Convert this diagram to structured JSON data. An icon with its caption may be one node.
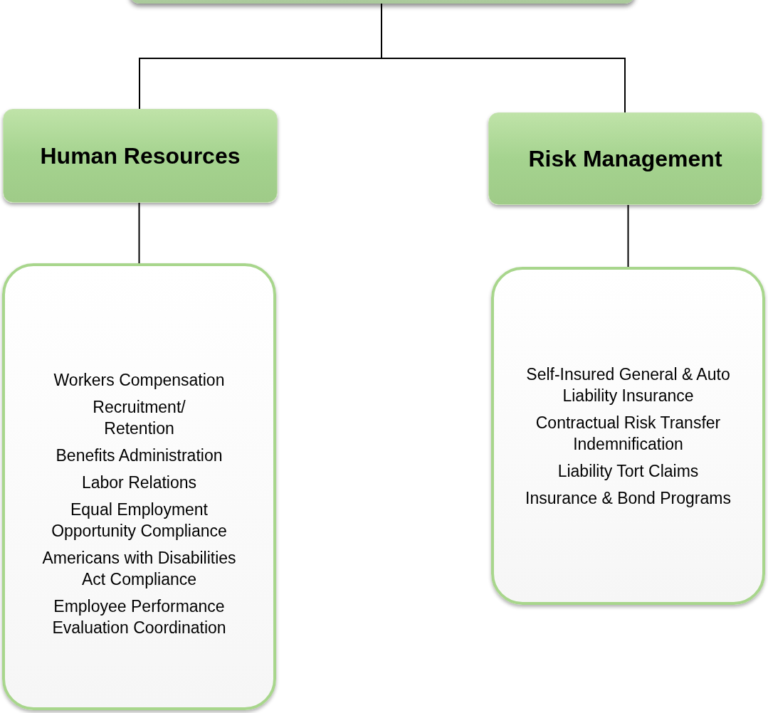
{
  "diagram": {
    "nodes": [
      {
        "text": [],
        "shape": "box"
      },
      {
        "text": [
          "Human Resources"
        ]
      },
      {
        "text": [
          "Risk Management"
        ]
      },
      {
        "text": [
          "Workers Compensation",
          "Recruitment/ Retention",
          "Benefits Administration",
          "Labor Relations",
          "Equal Employment Opportunity Compliance",
          "Americans with Disabilities Act Compliance",
          "Employee Performance Evaluation Coordination"
        ]
      },
      {
        "text": [
          "Self-Insured General & Auto Liability Insurance",
          "Contractual Risk Transfer Indemnification",
          "Liability Tort Claims",
          "Insurance & Bond Programs"
        ]
      }
    ],
    "edges": [
      {
        "from": 0,
        "to": 1,
        "arrow": "none"
      },
      {
        "from": 0,
        "to": 2,
        "arrow": "none"
      },
      {
        "from": 1,
        "to": 3,
        "arrow": "none"
      },
      {
        "from": 2,
        "to": 4,
        "arrow": "none"
      }
    ]
  }
}
